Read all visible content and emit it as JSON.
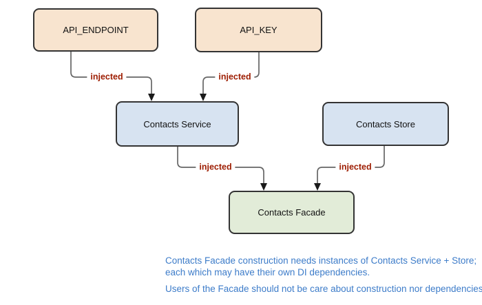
{
  "diagram": {
    "nodes": [
      {
        "id": "api-endpoint",
        "label": "API_ENDPOINT",
        "fill": "#f8e4cf"
      },
      {
        "id": "api-key",
        "label": "API_KEY",
        "fill": "#f8e4cf"
      },
      {
        "id": "contacts-service",
        "label": "Contacts Service",
        "fill": "#d7e3f1"
      },
      {
        "id": "contacts-store",
        "label": "Contacts Store",
        "fill": "#d7e3f1"
      },
      {
        "id": "contacts-facade",
        "label": "Contacts Facade",
        "fill": "#e2ecd8"
      }
    ],
    "edges": [
      {
        "from": "api-endpoint",
        "to": "contacts-service",
        "label": "injected"
      },
      {
        "from": "api-key",
        "to": "contacts-service",
        "label": "injected"
      },
      {
        "from": "contacts-service",
        "to": "contacts-facade",
        "label": "injected"
      },
      {
        "from": "contacts-store",
        "to": "contacts-facade",
        "label": "injected"
      }
    ],
    "colors": {
      "edge_line": "#666666",
      "arrowhead": "#1a1a1a",
      "edge_label": "#9d1c00",
      "node_border": "#333333",
      "background": "#ffffff",
      "notes_text": "#3d7cc9"
    }
  },
  "notes": {
    "lines": [
      "Contacts Facade construction needs instances of Contacts Service + Store;",
      "each which may have their own DI dependencies.",
      "Users of the Facade should not be care about construction nor dependencies."
    ]
  }
}
